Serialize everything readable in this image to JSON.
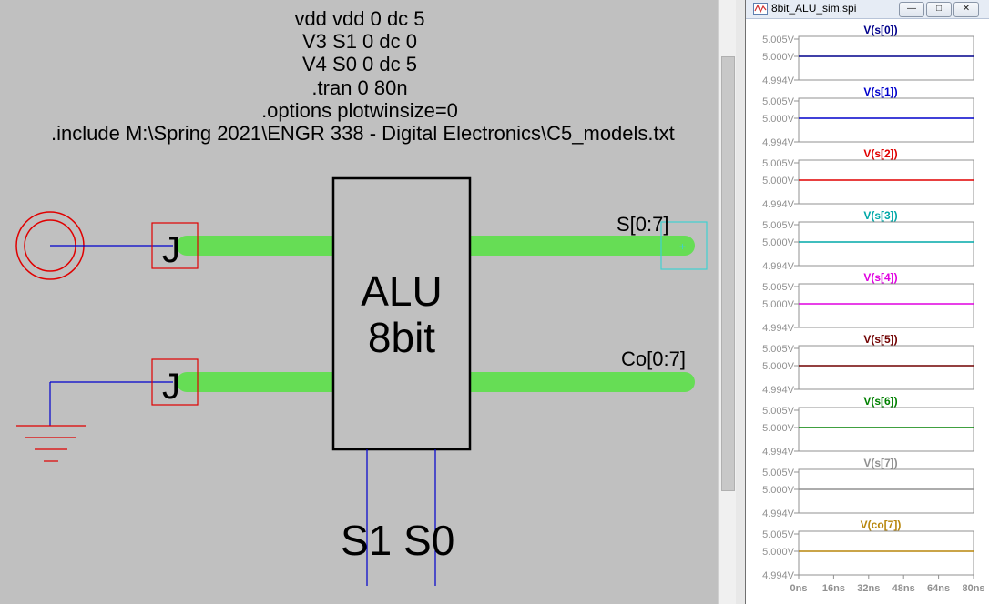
{
  "schematic": {
    "directives": [
      "vdd vdd 0 dc 5",
      "V3 S1 0 dc 0",
      "V4 S0 0 dc 5",
      ".tran 0 80n",
      ".options plotwinsize=0",
      ".include M:\\Spring 2021\\ENGR 338 - Digital Electronics\\C5_models.txt"
    ],
    "alu_label_line1": "ALU",
    "alu_label_line2": "8bit",
    "s_bus_label": "S[0:7]",
    "co_bus_label": "Co[0:7]",
    "control_labels": "S1 S0",
    "junction_label": "J"
  },
  "plot_window": {
    "title": "8bit_ALU_sim.spi",
    "buttons": {
      "minimize": "—",
      "maximize": "□",
      "close": "✕"
    }
  },
  "chart_data": {
    "type": "line",
    "x_ticks": [
      "0ns",
      "16ns",
      "32ns",
      "48ns",
      "64ns",
      "80ns"
    ],
    "xlim": [
      0,
      80
    ],
    "x_unit": "ns",
    "y_ticks": [
      "5.005V",
      "5.000V",
      "4.994V"
    ],
    "ylim": [
      4.994,
      5.006
    ],
    "series": [
      {
        "name": "V(s[0])",
        "color": "#00008b",
        "x": [
          0,
          80
        ],
        "y": [
          5.0,
          5.0
        ]
      },
      {
        "name": "V(s[1])",
        "color": "#0000cc",
        "x": [
          0,
          80
        ],
        "y": [
          5.0,
          5.0
        ]
      },
      {
        "name": "V(s[2])",
        "color": "#e00000",
        "x": [
          0,
          80
        ],
        "y": [
          5.0,
          5.0
        ]
      },
      {
        "name": "V(s[3])",
        "color": "#00a8a8",
        "x": [
          0,
          80
        ],
        "y": [
          5.0,
          5.0
        ]
      },
      {
        "name": "V(s[4])",
        "color": "#e000e0",
        "x": [
          0,
          80
        ],
        "y": [
          5.0,
          5.0
        ]
      },
      {
        "name": "V(s[5])",
        "color": "#700000",
        "x": [
          0,
          80
        ],
        "y": [
          5.0,
          5.0
        ]
      },
      {
        "name": "V(s[6])",
        "color": "#008000",
        "x": [
          0,
          80
        ],
        "y": [
          5.0,
          5.0
        ]
      },
      {
        "name": "V(s[7])",
        "color": "#909090",
        "x": [
          0,
          80
        ],
        "y": [
          5.0,
          5.0
        ]
      },
      {
        "name": "V(co[7])",
        "color": "#b8860b",
        "x": [
          0,
          80
        ],
        "y": [
          5.0,
          5.0
        ]
      }
    ]
  }
}
